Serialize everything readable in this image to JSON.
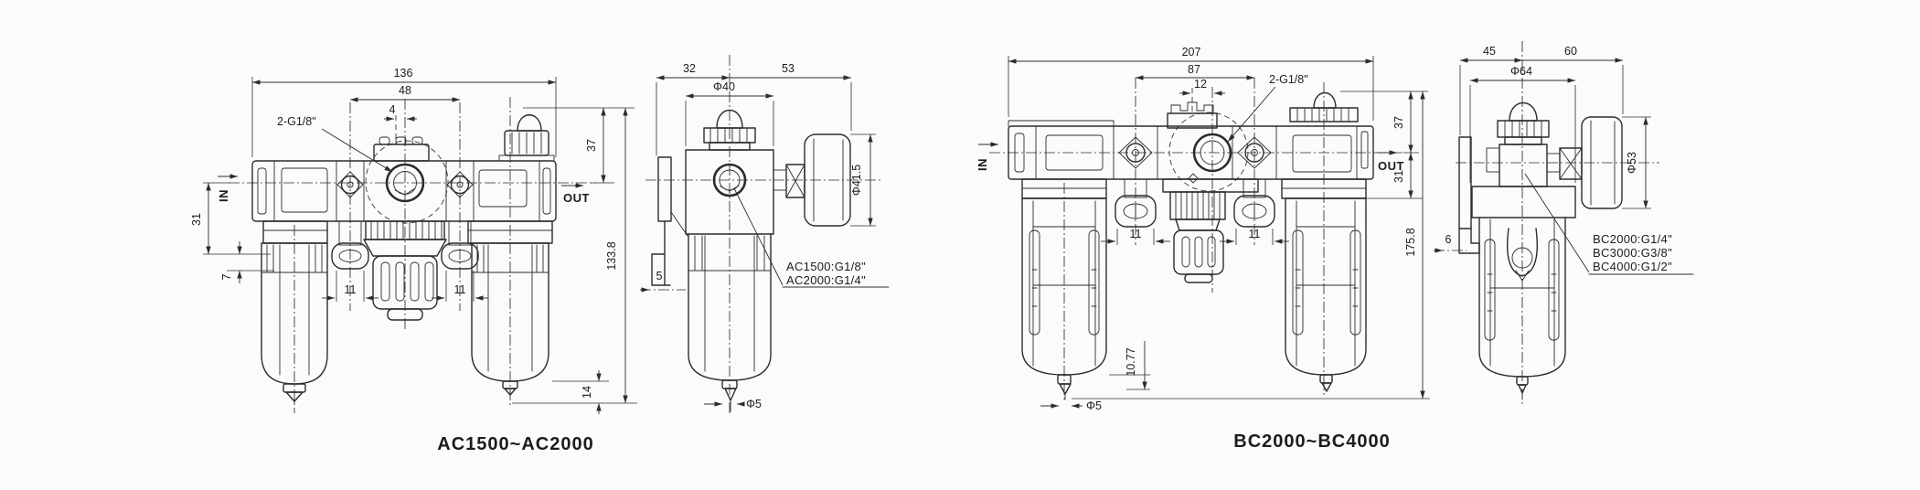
{
  "colors": {
    "background": "#fbfbfb",
    "line": "#2c2c2c",
    "text": "#1c1c1c"
  },
  "ac": {
    "caption": "AC1500~AC2000",
    "front": {
      "overall_width": "136",
      "port_spacing": "48",
      "knob_offset": "4",
      "top_ports_label": "2-G1/8\"",
      "inlet": "IN",
      "outlet": "OUT",
      "center_height": "31",
      "flange_thickness": "7",
      "bracket_width": "11",
      "top_to_center": "37",
      "overall_height": "133.8",
      "drain_length": "14"
    },
    "side": {
      "depth_front": "32",
      "depth_rear": "53",
      "body_dia": "Φ40",
      "gauge_dia": "Φ41.5",
      "bracket_thickness": "5",
      "drain_dia": "Φ5",
      "port_note_1": "AC1500:G1/8\"",
      "port_note_2": "AC2000:G1/4\""
    }
  },
  "bc": {
    "caption": "BC2000~BC4000",
    "front": {
      "overall_width": "207",
      "port_spacing": "87",
      "knob_offset": "12",
      "top_ports_label": "2-G1/8\"",
      "inlet": "IN",
      "outlet": "OUT",
      "top_to_center": "37",
      "center_to_bracket": "31",
      "overall_height": "175.8",
      "bracket_width": "11",
      "drain_height": "10.77",
      "drain_dia": "Φ5"
    },
    "side": {
      "depth_front": "45",
      "depth_rear": "60",
      "body_dia": "Φ64",
      "gauge_dia": "Φ53",
      "bracket_thickness": "6",
      "port_note_1": "BC2000:G1/4\"",
      "port_note_2": "BC3000:G3/8\"",
      "port_note_3": "BC4000:G1/2\""
    }
  }
}
